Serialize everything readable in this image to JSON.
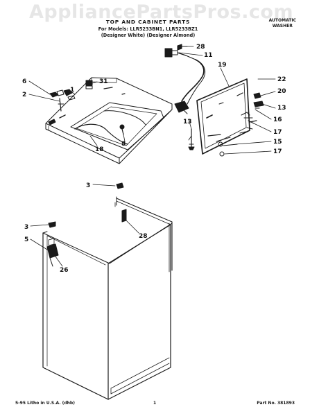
{
  "watermark": "AppliancePartsPros.com",
  "header": {
    "title": "TOP AND CABINET PARTS",
    "models": "For Models: LLR5233BN1, LLR5233BZ1",
    "colors": "(Designer White) (Designer Almond)",
    "corner_line1": "AUTOMATIC",
    "corner_line2": "WASHER"
  },
  "callouts": {
    "c1": "1",
    "c2": "2",
    "c3a": "3",
    "c3b": "3",
    "c5": "5",
    "c6": "6",
    "c8": "8",
    "c11": "11",
    "c13a": "13",
    "c13b": "13",
    "c15": "15",
    "c16": "16",
    "c17a": "17",
    "c17b": "17",
    "c18": "18",
    "c19": "19",
    "c20": "20",
    "c22": "22",
    "c26": "26",
    "c28a": "28",
    "c28b": "28",
    "c31": "31"
  },
  "footer": {
    "left": "5-95 Litho in U.S.A. (dhb)",
    "page": "1",
    "part_no": "Part No. 381893"
  }
}
